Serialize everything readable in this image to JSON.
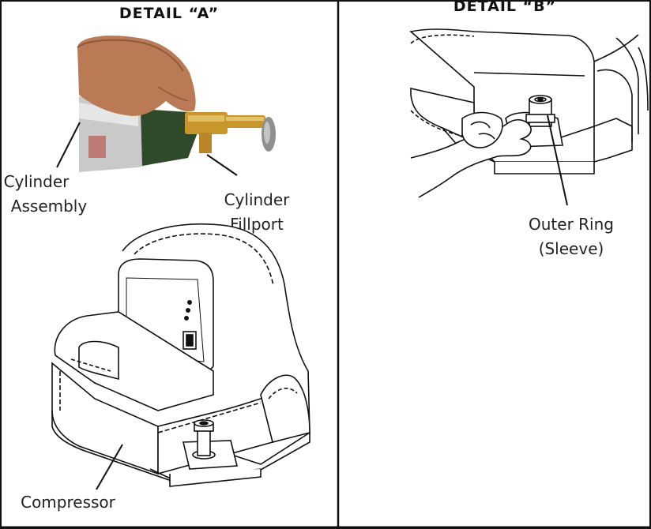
{
  "panels": {
    "a": {
      "title": "DETAIL “A”",
      "labels": {
        "cylinder_assembly": [
          "Cylinder",
          "Assembly"
        ],
        "cylinder_fillport": [
          "Cylinder",
          "Fillport"
        ],
        "compressor": "Compressor"
      }
    },
    "b": {
      "title": "DETAIL “B”",
      "labels": {
        "outer_ring": [
          "Outer Ring",
          "(Sleeve)"
        ]
      }
    }
  },
  "colors": {
    "border": "#111111",
    "brass": "#c9962e",
    "skin": "#b97a55",
    "cylinder_silver": "#c8c8c8",
    "cylinder_green": "#2f4a2a"
  }
}
